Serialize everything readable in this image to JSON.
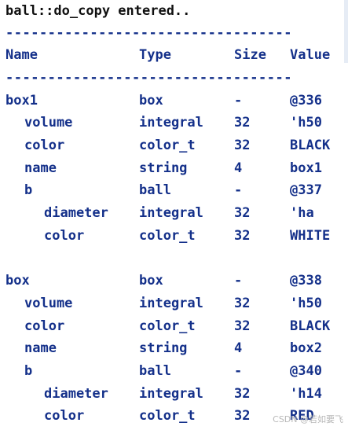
{
  "title": "ball::do_copy entered..",
  "separator": "----------------------------------",
  "header": {
    "name": "Name",
    "type": "Type",
    "size": "Size",
    "value": "Value"
  },
  "rows": [
    {
      "name": "box1",
      "type": "box",
      "size": "-",
      "value": "@336"
    },
    {
      "name": "volume",
      "type": "integral",
      "size": "32",
      "value": "'h50"
    },
    {
      "name": "color",
      "type": "color_t",
      "size": "32",
      "value": "BLACK"
    },
    {
      "name": "name",
      "type": "string",
      "size": "4",
      "value": "box1"
    },
    {
      "name": "b",
      "type": "ball",
      "size": "-",
      "value": "@337"
    },
    {
      "name": "diameter",
      "type": "integral",
      "size": "32",
      "value": "'ha"
    },
    {
      "name": "color",
      "type": "color_t",
      "size": "32",
      "value": "WHITE"
    },
    {
      "name": "box",
      "type": "box",
      "size": "-",
      "value": "@338"
    },
    {
      "name": "volume",
      "type": "integral",
      "size": "32",
      "value": "'h50"
    },
    {
      "name": "color",
      "type": "color_t",
      "size": "32",
      "value": "BLACK"
    },
    {
      "name": "name",
      "type": "string",
      "size": "4",
      "value": "box2"
    },
    {
      "name": "b",
      "type": "ball",
      "size": "-",
      "value": "@340"
    },
    {
      "name": "diameter",
      "type": "integral",
      "size": "32",
      "value": "'h14"
    },
    {
      "name": "color",
      "type": "color_t",
      "size": "32",
      "value": "RED"
    }
  ],
  "watermark": "CSDN @若如要飞"
}
